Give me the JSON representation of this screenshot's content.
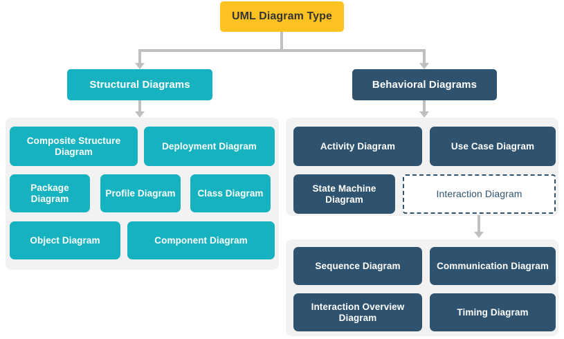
{
  "diagram": {
    "title": "UML Diagram Type",
    "colors": {
      "root": "#FDC221",
      "structural": "#17B2BF",
      "behavioral": "#2F536E",
      "panel": "#F2F2F2",
      "connector": "#BFBFBF",
      "root_text": "#343434",
      "node_text": "#FFFFFF"
    },
    "root": {
      "label": "UML Diagram Type"
    },
    "categories": [
      {
        "label": "Structural Diagrams"
      },
      {
        "label": "Behavioral Diagrams"
      }
    ],
    "structural": {
      "category_label": "Structural Diagrams",
      "items": [
        {
          "label": "Composite Structure Diagram"
        },
        {
          "label": "Deployment Diagram"
        },
        {
          "label": "Package Diagram"
        },
        {
          "label": "Profile Diagram"
        },
        {
          "label": "Class Diagram"
        },
        {
          "label": "Object Diagram"
        },
        {
          "label": "Component Diagram"
        }
      ]
    },
    "behavioral": {
      "category_label": "Behavioral Diagrams",
      "items": [
        {
          "label": "Activity Diagram"
        },
        {
          "label": "Use Case Diagram"
        },
        {
          "label": "State Machine Diagram"
        },
        {
          "label": "Interaction Diagram"
        }
      ]
    },
    "interaction": {
      "parent_label": "Interaction Diagram",
      "items": [
        {
          "label": "Sequence Diagram"
        },
        {
          "label": "Communication Diagram"
        },
        {
          "label": "Interaction Overview Diagram"
        },
        {
          "label": "Timing Diagram"
        }
      ]
    }
  }
}
